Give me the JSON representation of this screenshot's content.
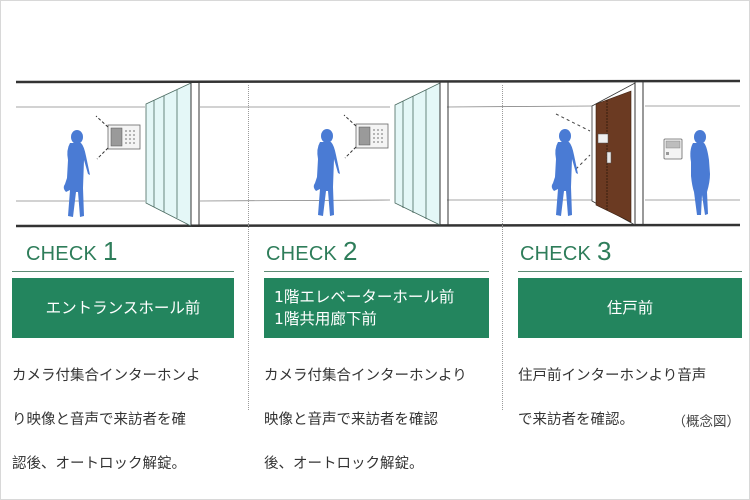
{
  "diagram": {
    "title": "Intercom security check points",
    "colors": {
      "accent_green": "#23855e",
      "title_green": "#2e7d5a",
      "person_blue": "#4a7bd4",
      "door_brown": "#6b3a22",
      "glass": "#dff6f6"
    },
    "panels": [
      {
        "check_label": "CHECK",
        "check_number": "1",
        "location_lines": [
          "エントランスホール前"
        ],
        "description": "カメラ付集合インターホンより映像と音声で来訪者を確認後、オートロック解錠。",
        "description_lines": [
          "カメラ付集合インターホンよ",
          "り映像と音声で来訪者を確",
          "認後、オートロック解錠。"
        ],
        "illustration": "person-at-entrance-camera-intercom"
      },
      {
        "check_label": "CHECK",
        "check_number": "2",
        "location_lines": [
          "1階エレベーターホール前",
          "1階共用廊下前"
        ],
        "description": "カメラ付集合インターホンより映像と音声で来訪者を確認後、オートロック解錠。",
        "description_lines": [
          "カメラ付集合インターホンより",
          "映像と音声で来訪者を確認",
          "後、オートロック解錠。"
        ],
        "illustration": "person-at-elevator-hall-camera-intercom"
      },
      {
        "check_label": "CHECK",
        "check_number": "3",
        "location_lines": [
          "住戸前"
        ],
        "description": "住戸前インターホンより音声で来訪者を確認。",
        "description_lines": [
          "住戸前インターホンより音声",
          "で来訪者を確認。"
        ],
        "illustration": "person-at-unit-door-intercom-and-resident"
      }
    ],
    "footnote": "（概念図）"
  }
}
